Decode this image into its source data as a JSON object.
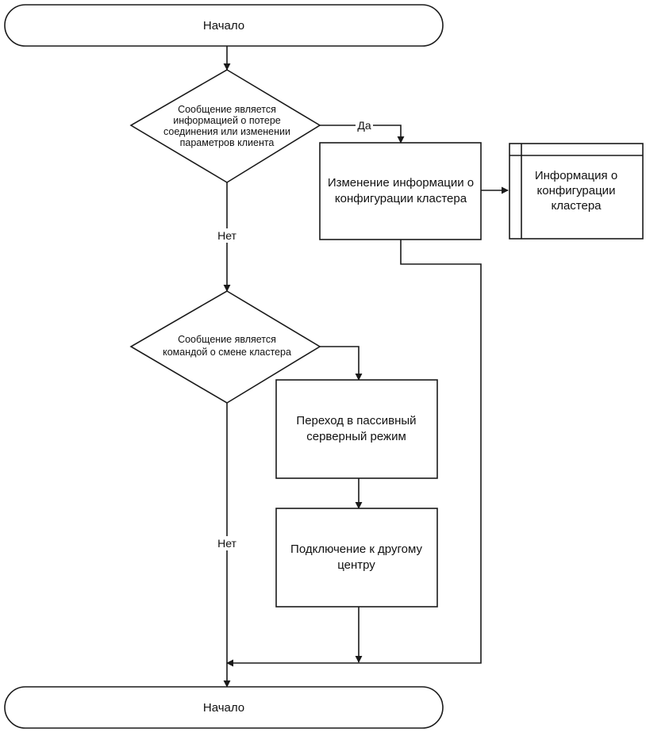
{
  "terminals": {
    "start": "Начало",
    "end": "Начало"
  },
  "decision1": {
    "lines": [
      "Сообщение является",
      "информацией о потере",
      "соединения или изменении",
      "параметров клиента"
    ]
  },
  "decision2": {
    "lines": [
      "Сообщение является",
      "командой о смене кластера"
    ]
  },
  "process_update": {
    "lines": [
      "Изменение информации о",
      "конфигурации кластера"
    ]
  },
  "data_store": {
    "lines": [
      "Информация о",
      "конфигурации",
      "кластера"
    ]
  },
  "process_passive": {
    "lines": [
      "Переход в пассивный",
      "серверный режим"
    ]
  },
  "process_connect": {
    "lines": [
      "Подключение к другому",
      "центру"
    ]
  },
  "labels": {
    "yes": "Да",
    "no_1": "Нет",
    "no_2": "Нет"
  }
}
